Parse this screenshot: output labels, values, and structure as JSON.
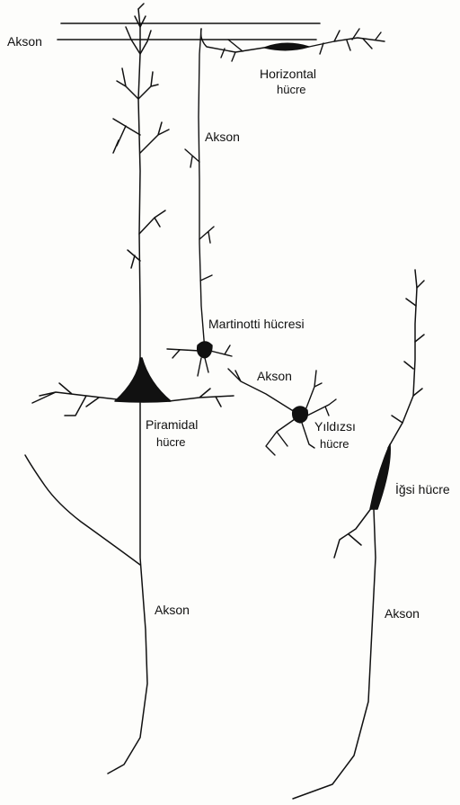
{
  "labels": {
    "akson_top": "Akson",
    "horizontal_line1": "Horizontal",
    "horizontal_line2": "hücre",
    "akson_martinotti": "Akson",
    "martinotti": "Martinotti hücresi",
    "akson_stellate": "Akson",
    "stellate_line1": "Yıldızsı",
    "stellate_line2": "hücre",
    "pyramidal_line1": "Piramidal",
    "pyramidal_line2": "hücre",
    "spindle": "İğsi hücre",
    "akson_pyramidal": "Akson",
    "akson_spindle": "Akson"
  },
  "colors": {
    "ink": "#111111",
    "paper": "#fdfdfb"
  }
}
